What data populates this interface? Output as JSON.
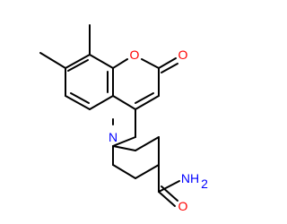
{
  "molecule": {
    "atom_labels": {
      "ring_oxygen": "O",
      "carbonyl_oxygen": "O",
      "piperidine_nitrogen": "N",
      "amide_oxygen": "O",
      "amide_nitrogen": "NH",
      "amide_nitrogen_subscript": "2"
    },
    "colors": {
      "bond": "#000000",
      "oxygen": "#ff0000",
      "nitrogen": "#0000ff",
      "background": "#ffffff"
    }
  }
}
